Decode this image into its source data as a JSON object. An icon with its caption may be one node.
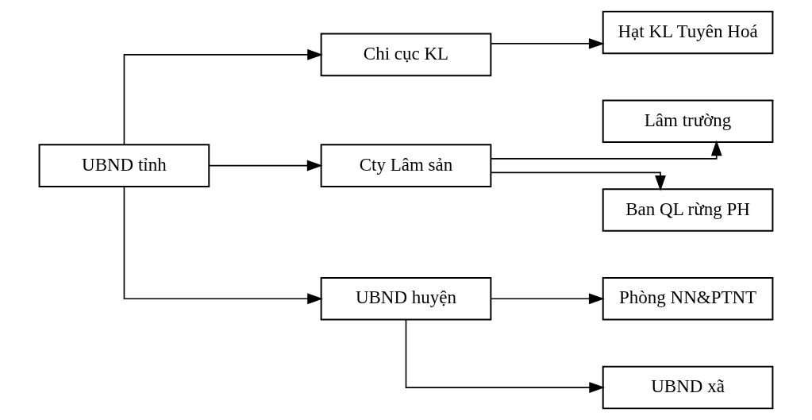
{
  "diagram": {
    "nodes": [
      {
        "text": [
          "UBND tỉnh"
        ]
      },
      {
        "text": [
          "Chi cục KL"
        ]
      },
      {
        "text": [
          "Cty Lâm sản"
        ]
      },
      {
        "text": [
          "UBND huyện"
        ]
      },
      {
        "text": [
          "Hạt KL Tuyên Hoá"
        ]
      },
      {
        "text": [
          "Lâm trường"
        ]
      },
      {
        "text": [
          "Ban QL rừng PH"
        ]
      },
      {
        "text": [
          "Phòng NN&PTNT"
        ]
      },
      {
        "text": [
          "UBND xã"
        ]
      }
    ],
    "edges": [
      {
        "from": 0,
        "to": 1,
        "arrow": "to"
      },
      {
        "from": 0,
        "to": 2,
        "arrow": "to"
      },
      {
        "from": 0,
        "to": 3,
        "arrow": "to"
      },
      {
        "from": 1,
        "to": 4,
        "arrow": "to"
      },
      {
        "from": 2,
        "to": 5,
        "arrow": "to"
      },
      {
        "from": 2,
        "to": 6,
        "arrow": "to"
      },
      {
        "from": 3,
        "to": 7,
        "arrow": "to"
      },
      {
        "from": 3,
        "to": 8,
        "arrow": "to"
      }
    ]
  }
}
